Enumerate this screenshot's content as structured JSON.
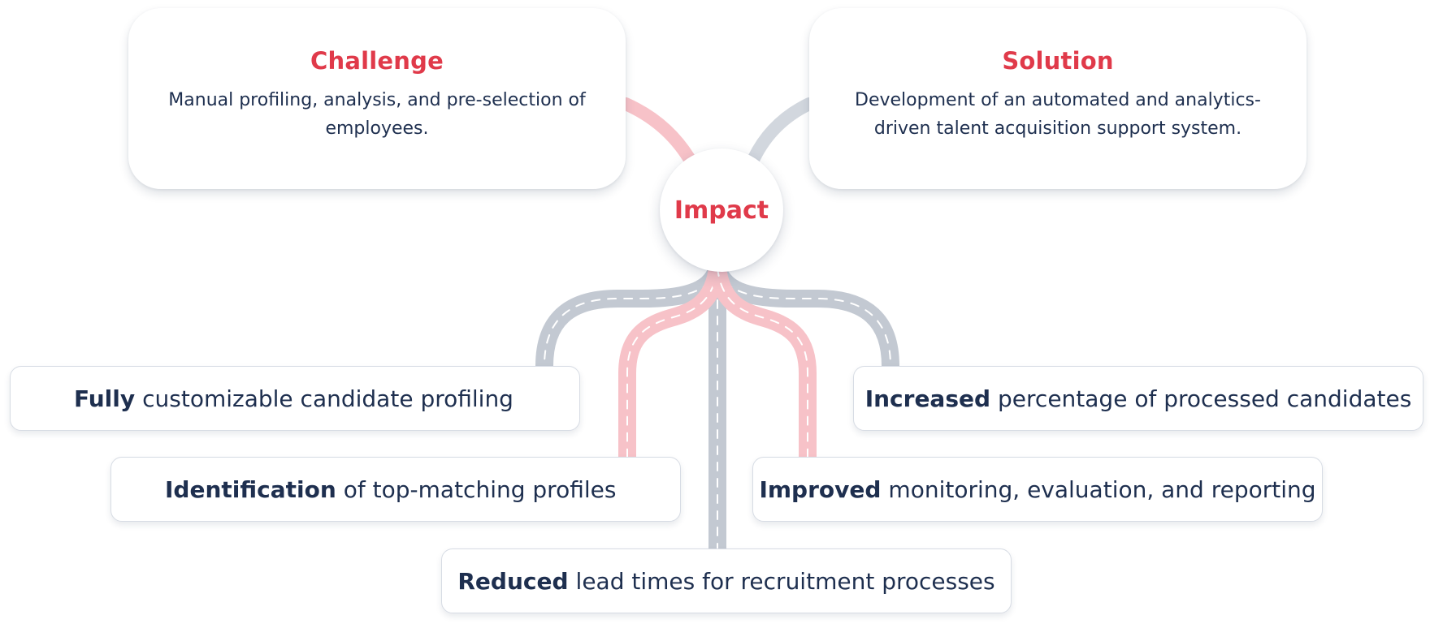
{
  "challenge": {
    "title": "Challenge",
    "text": "Manual profiling, analysis, and pre-selection of employees."
  },
  "solution": {
    "title": "Solution",
    "text": "Development of an automated and analytics-driven talent acquisition support system."
  },
  "impact": {
    "label": "Impact"
  },
  "outcomes": [
    {
      "bold": "Fully",
      "rest": "customizable candidate profiling"
    },
    {
      "bold": "Increased",
      "rest": "percentage of processed candidates"
    },
    {
      "bold": "Identification",
      "rest": "of top-matching profiles"
    },
    {
      "bold": "Improved",
      "rest": "monitoring, evaluation, and reporting"
    },
    {
      "bold": "Reduced",
      "rest": "lead times for recruitment processes"
    }
  ],
  "colors": {
    "accent": "#e03a4a",
    "text": "#1e2f4f",
    "road_grey": "#c3c9d2",
    "road_pink": "#f7c2c8"
  }
}
